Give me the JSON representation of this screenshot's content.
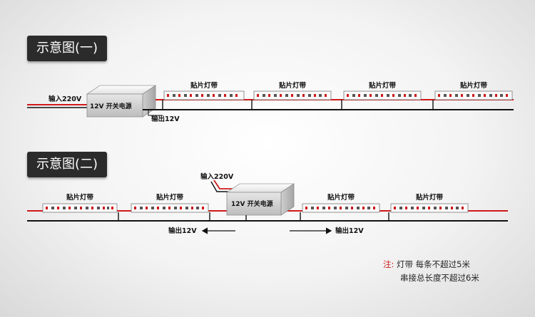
{
  "sections": [
    {
      "title": "示意图(一)"
    },
    {
      "title": "示意图(二)"
    }
  ],
  "labels": {
    "strip": "贴片灯带",
    "input": "输入220V",
    "output": "输出12V",
    "power_supply": "12V 开关电源"
  },
  "note": {
    "key": "注:",
    "line1": "灯带 每条不超过5米",
    "line2": "串接总长度不超过6米"
  },
  "colors": {
    "positive_wire": "#d01818",
    "negative_wire": "#111111",
    "note_key": "#d21c1c"
  }
}
